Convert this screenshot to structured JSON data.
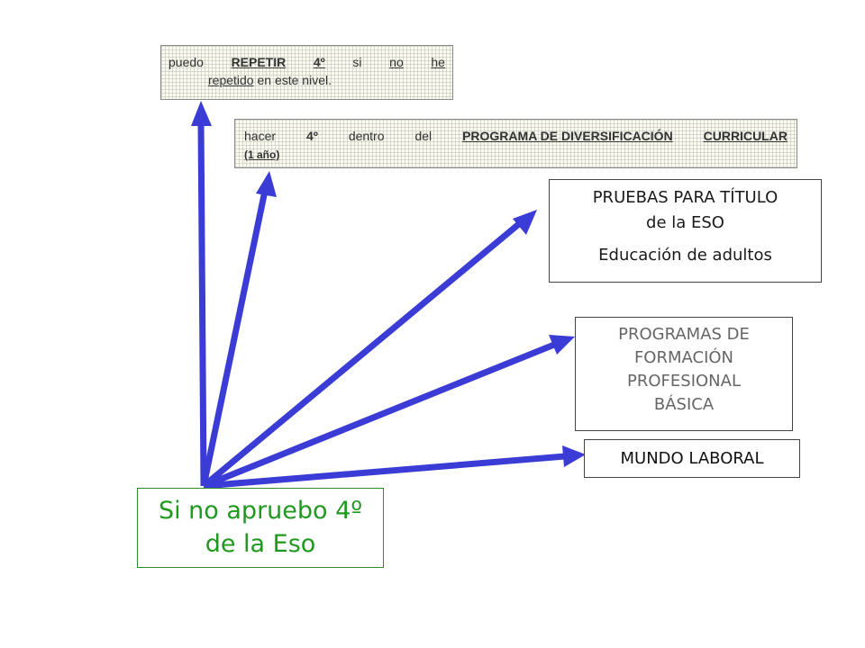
{
  "repetir": {
    "w1": "puedo",
    "w2": "REPETIR",
    "w3": "4º",
    "w4": "si",
    "w5": "no",
    "w6": "he",
    "w7": "repetido",
    "rest": " en este nivel."
  },
  "diversificacion": {
    "w1": "hacer",
    "w2": "4º",
    "w3": "dentro",
    "w4": "del",
    "w5": "PROGRAMA DE DIVERSIFICACIÓN",
    "w6": "CURRICULAR",
    "line2": "(1 año)"
  },
  "pruebas": {
    "line1": "PRUEBAS PARA TÍTULO",
    "line2": "de la ESO",
    "line3": "Educación de adultos"
  },
  "programas": {
    "line1": "PROGRAMAS DE",
    "line2": "FORMACIÓN",
    "line3": "PROFESIONAL",
    "line4": "BÁSICA"
  },
  "laboral": {
    "label": "MUNDO LABORAL"
  },
  "origen": {
    "line1": "Si no apruebo 4º",
    "line2": "de la Eso"
  },
  "colors": {
    "arrow": "#3b3bd6",
    "origin_text": "#1f9a1f",
    "origin_border": "#2e8b2e"
  }
}
